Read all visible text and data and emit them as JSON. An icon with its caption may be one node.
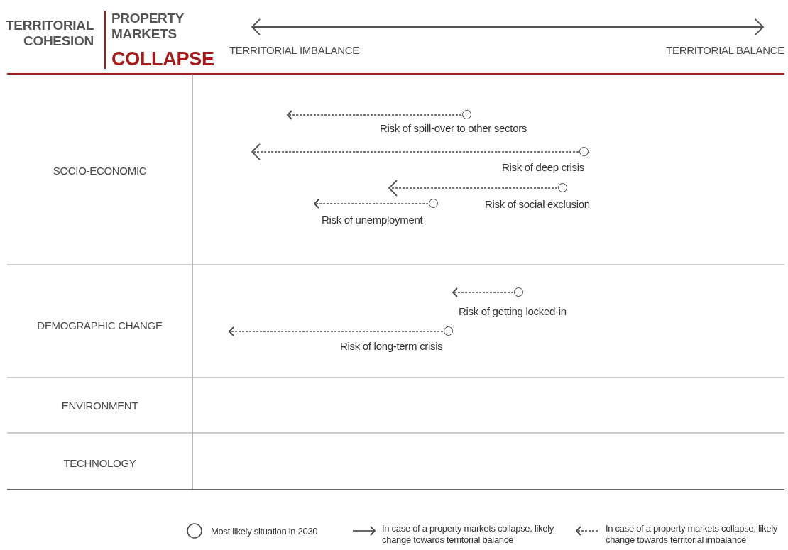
{
  "diagram": {
    "nodes": [
      {
        "text": [],
        "shape": "circle",
        "beside": [
          "Risk of spill-over to other sectors"
        ]
      },
      {
        "text": [],
        "shape": "circle",
        "beside": [
          "Risk of deep crisis"
        ]
      },
      {
        "text": [],
        "shape": "circle",
        "beside": [
          "Risk of social  exclusion"
        ]
      },
      {
        "text": [],
        "shape": "circle",
        "beside": [
          "Risk of unemployment"
        ]
      },
      {
        "text": [],
        "shape": "circle",
        "beside": [
          "Risk of getting locked-in"
        ]
      },
      {
        "text": [],
        "shape": "circle",
        "beside": [
          "Risk of long-term crisis"
        ]
      }
    ],
    "edges": [
      {
        "from": 0,
        "to": null,
        "arrow": "to",
        "style": "dashed"
      },
      {
        "from": 1,
        "to": null,
        "arrow": "to",
        "style": "dashed"
      },
      {
        "from": 2,
        "to": null,
        "arrow": "to",
        "style": "dashed"
      },
      {
        "from": 3,
        "to": null,
        "arrow": "to",
        "style": "dashed"
      },
      {
        "from": 4,
        "to": null,
        "arrow": "to",
        "style": "dashed"
      },
      {
        "from": 5,
        "to": null,
        "arrow": "to",
        "style": "dashed"
      }
    ],
    "labels": [
      "TERRITORIAL COHESION",
      "PROPERTY MARKETS",
      "COLLAPSE",
      "TERRITORIAL IMBALANCE",
      "TERRITORIAL BALANCE",
      "SOCIO-ECONOMIC",
      "DEMOGRAPHIC CHANGE",
      "ENVIRONMENT",
      "TECHNOLOGY"
    ],
    "legend": [
      {
        "text": "Most likely situation in 2030"
      },
      {
        "text": "In case of a property markets collapse, likely change towards territorial balance"
      },
      {
        "text": "In case of a property markets collapse, likely change towards territorial imbalance"
      }
    ]
  }
}
